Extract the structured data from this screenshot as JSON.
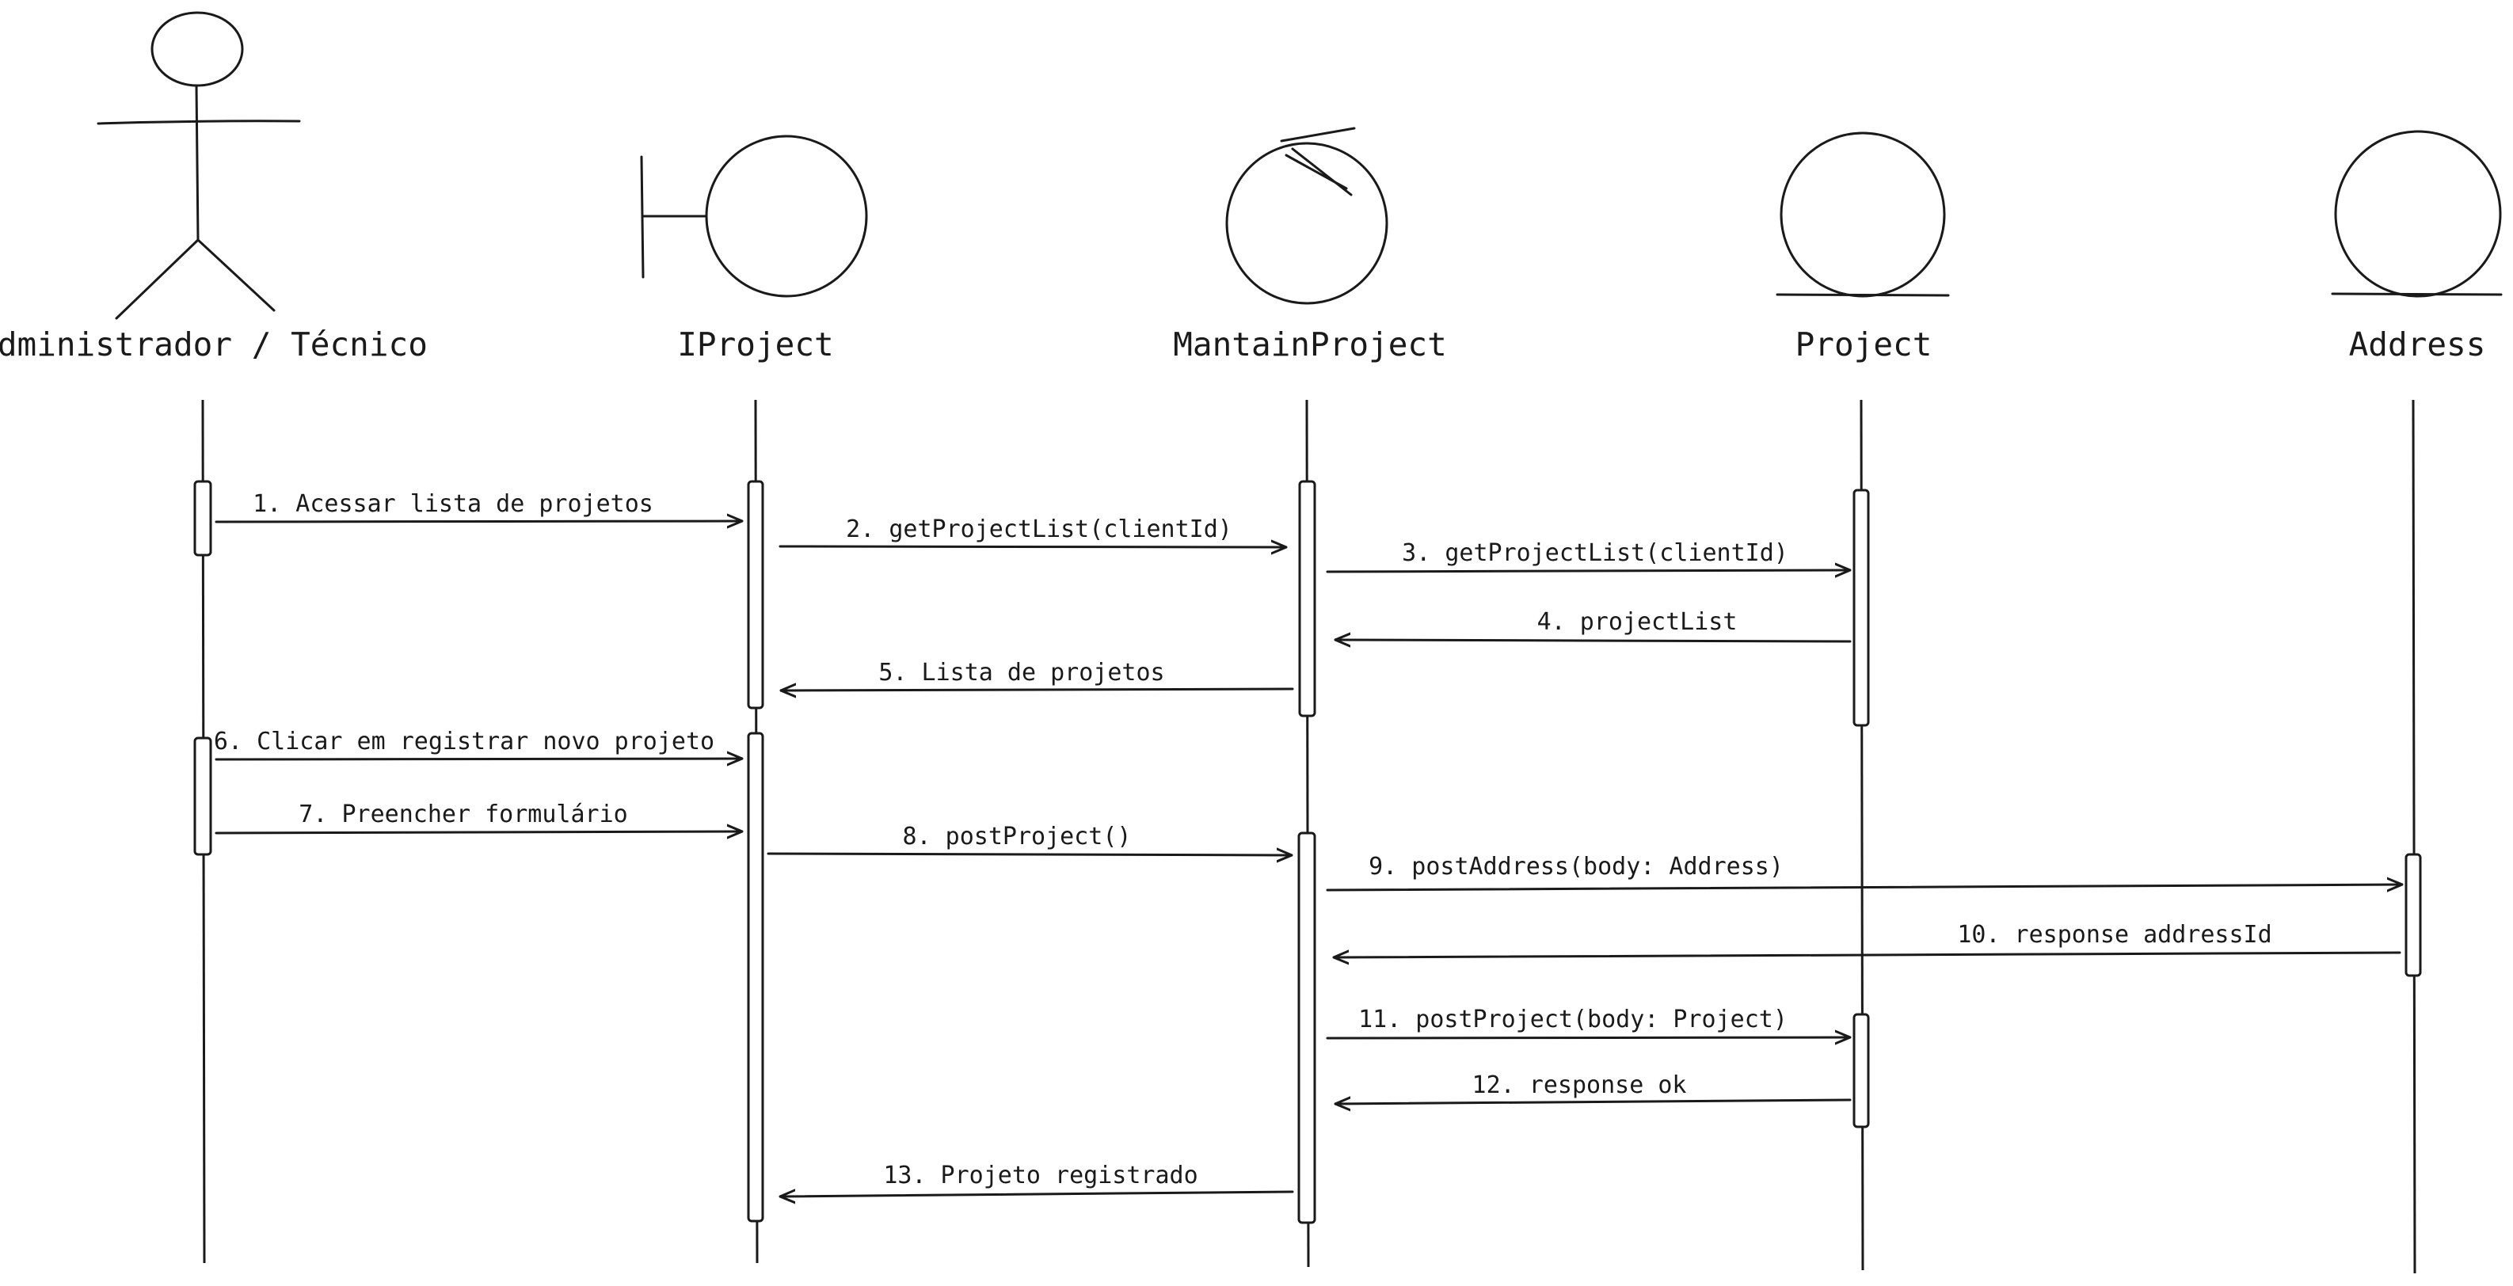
{
  "participants": [
    {
      "id": "actor",
      "label": "Administrador / Técnico",
      "kind": "actor",
      "icon": "actor-icon"
    },
    {
      "id": "iproject",
      "label": "IProject",
      "kind": "boundary",
      "icon": "boundary-icon"
    },
    {
      "id": "maintain",
      "label": "MantainProject",
      "kind": "control",
      "icon": "control-icon"
    },
    {
      "id": "project",
      "label": "Project",
      "kind": "entity",
      "icon": "entity-icon"
    },
    {
      "id": "address",
      "label": "Address",
      "kind": "entity",
      "icon": "entity-icon"
    }
  ],
  "messages": [
    {
      "label": "1. Acessar lista de projetos",
      "from": "actor",
      "to": "iproject"
    },
    {
      "label": "2. getProjectList(clientId)",
      "from": "iproject",
      "to": "maintain"
    },
    {
      "label": "3. getProjectList(clientId)",
      "from": "maintain",
      "to": "project"
    },
    {
      "label": "4. projectList",
      "from": "project",
      "to": "maintain"
    },
    {
      "label": "5. Lista de projetos",
      "from": "maintain",
      "to": "iproject"
    },
    {
      "label": "6. Clicar em registrar novo projeto",
      "from": "actor",
      "to": "iproject"
    },
    {
      "label": "7. Preencher formulário",
      "from": "actor",
      "to": "iproject"
    },
    {
      "label": "8. postProject()",
      "from": "iproject",
      "to": "maintain"
    },
    {
      "label": "9. postAddress(body: Address)",
      "from": "maintain",
      "to": "address"
    },
    {
      "label": "10. response addressId",
      "from": "address",
      "to": "maintain"
    },
    {
      "label": "11. postProject(body: Project)",
      "from": "maintain",
      "to": "project"
    },
    {
      "label": "12. response ok",
      "from": "project",
      "to": "maintain"
    },
    {
      "label": "13. Projeto registrado",
      "from": "maintain",
      "to": "iproject"
    }
  ],
  "colors": {
    "ink": "#1a1a1a",
    "background": "#ffffff"
  }
}
